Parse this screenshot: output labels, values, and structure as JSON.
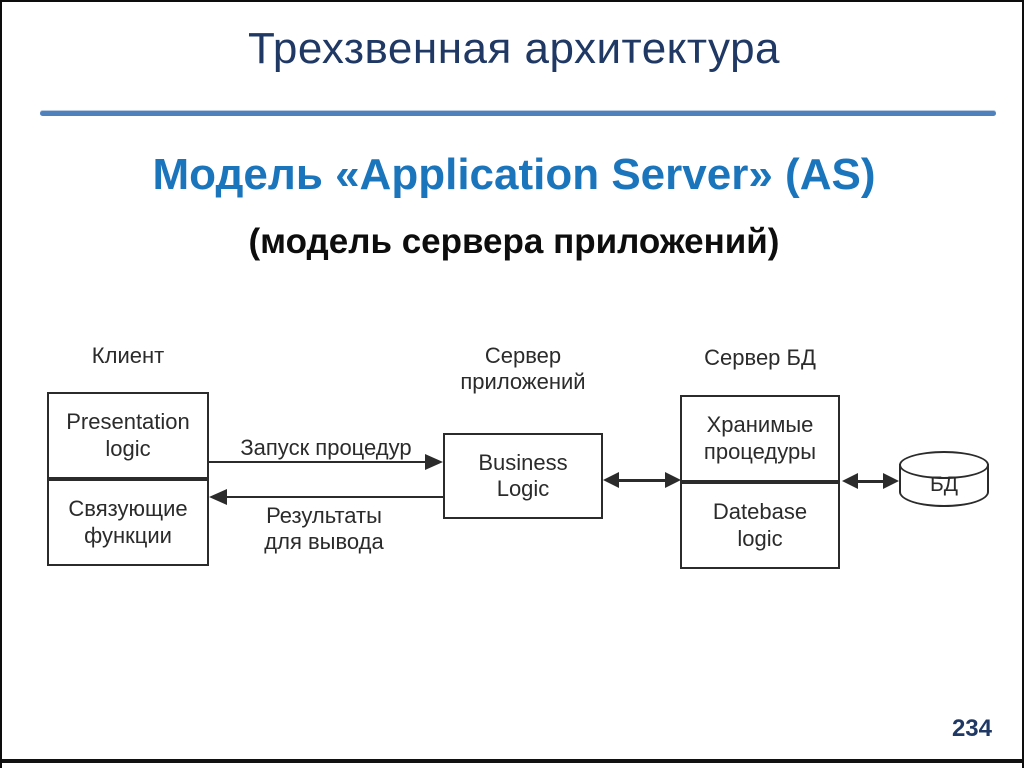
{
  "slide": {
    "title": "Трехзвенная архитектура",
    "heading": "Модель «Application Server» (AS)",
    "subheading": "(модель сервера приложений)",
    "page_number": "234"
  },
  "colors": {
    "title_navy": "#1F3864",
    "heading_blue": "#1B75BC",
    "separator_blue": "#4F81BD",
    "diagram_ink": "#2B2B2B"
  },
  "diagram": {
    "client": {
      "label": "Клиент",
      "top_cell": [
        "Presentation",
        "logic"
      ],
      "bottom_cell": [
        "Связующие",
        "функции"
      ]
    },
    "app_server": {
      "label": [
        "Сервер",
        "приложений"
      ],
      "box": [
        "Business",
        "Logic"
      ]
    },
    "db_server": {
      "label": "Сервер БД",
      "top_cell": [
        "Хранимые",
        "процедуры"
      ],
      "bottom_cell": [
        "Datebase",
        "logic"
      ]
    },
    "database": {
      "label": "БД"
    },
    "arrows": {
      "request": "Запуск процедур",
      "response": [
        "Результаты",
        "для вывода"
      ]
    }
  }
}
